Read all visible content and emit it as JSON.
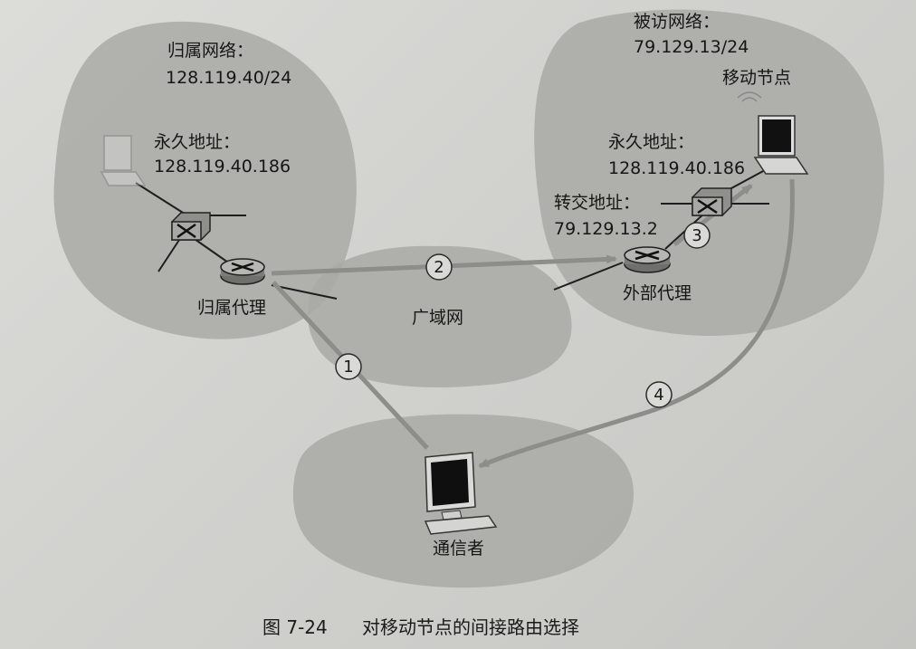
{
  "diagram": {
    "home_network": {
      "title": "归属网络：",
      "prefix": "128.119.40/24",
      "permanent_address_label": "永久地址：",
      "permanent_address": "128.119.40.186",
      "home_agent_label": "归属代理"
    },
    "visited_network": {
      "title": "被访网络：",
      "prefix": "79.129.13/24",
      "mobile_node_label": "移动节点",
      "permanent_address_label": "永久地址：",
      "permanent_address": "128.119.40.186",
      "care_of_address_label": "转交地址：",
      "care_of_address": "79.129.13.2",
      "foreign_agent_label": "外部代理"
    },
    "wan_label": "广域网",
    "correspondent_label": "通信者",
    "steps": [
      "1",
      "2",
      "3",
      "4"
    ],
    "caption_number": "图 7-24",
    "caption_text": "对移动节点的间接路由选择"
  }
}
